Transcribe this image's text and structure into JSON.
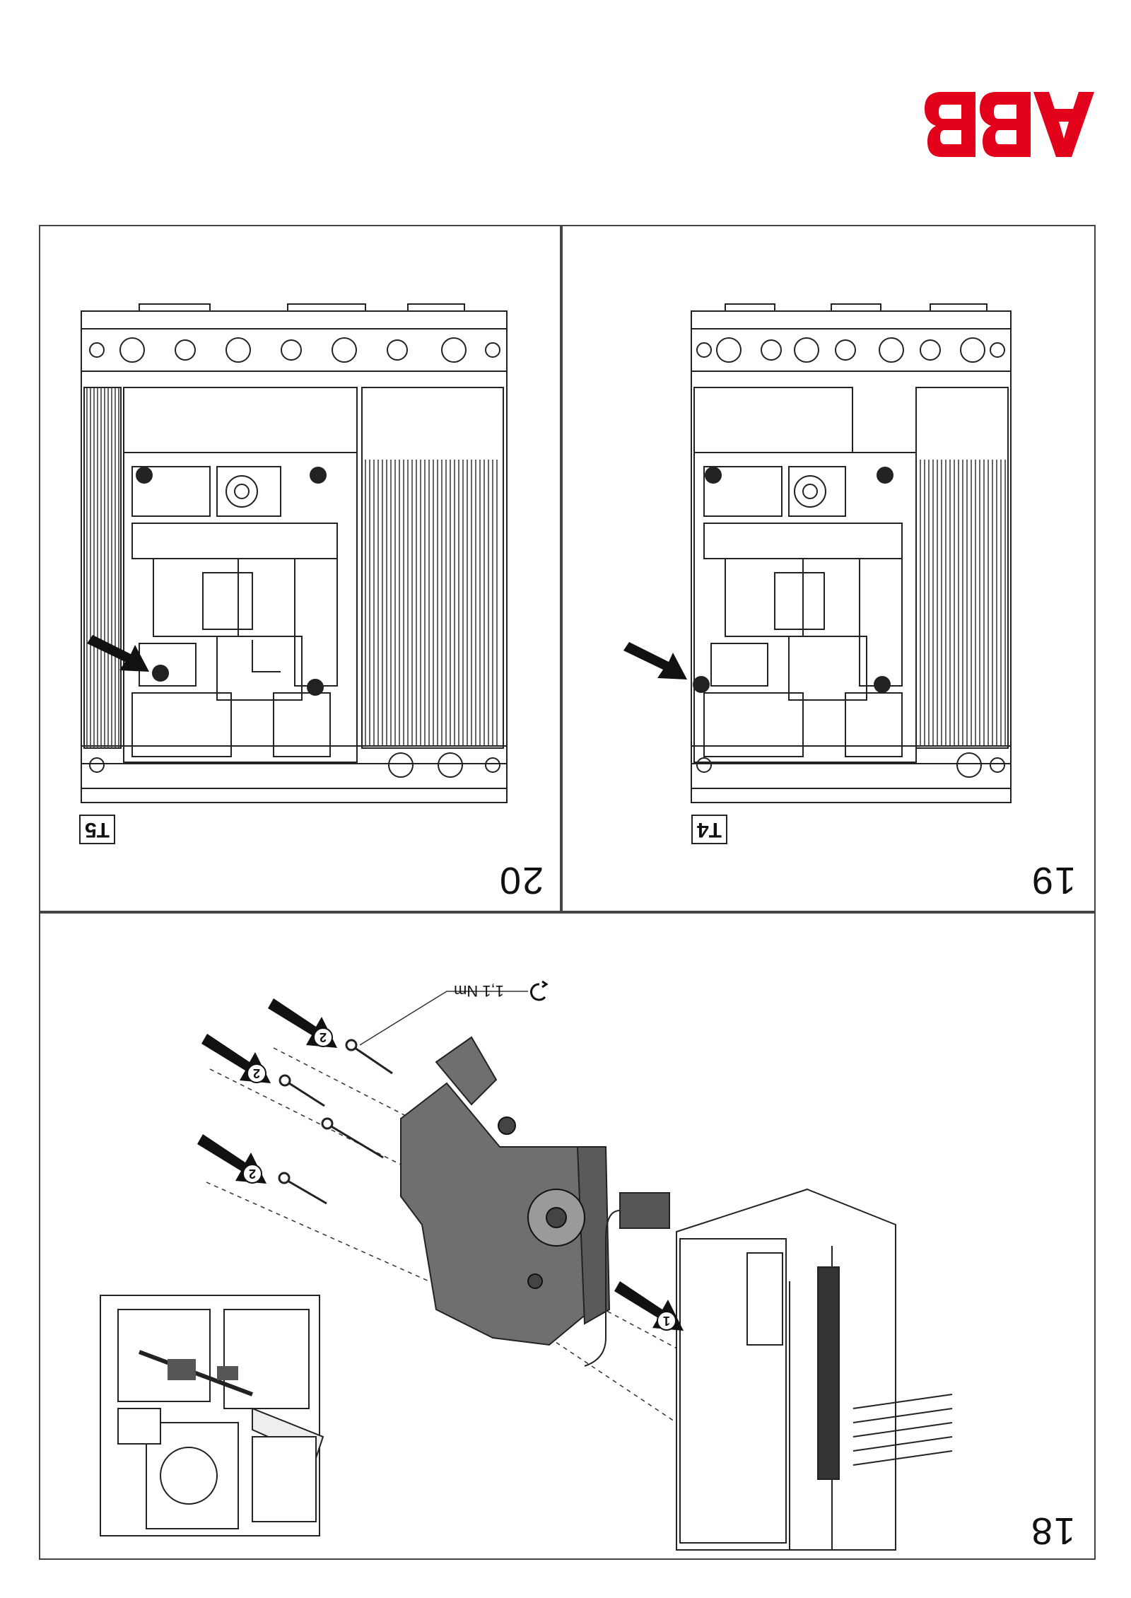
{
  "brand": {
    "name": "ABB",
    "color": "#e2001a"
  },
  "panels": [
    {
      "step": "20",
      "model": "T5"
    },
    {
      "step": "19",
      "model": "T4"
    },
    {
      "step": "18",
      "torque": "1,1 Nm",
      "callouts": [
        "1",
        "2",
        "2",
        "2"
      ]
    }
  ],
  "icons": [
    "arrow-icon",
    "torque-icon",
    "screw-icon"
  ]
}
